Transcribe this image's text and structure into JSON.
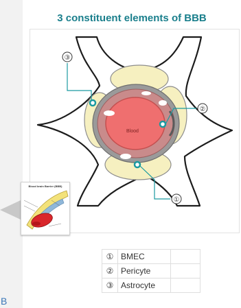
{
  "slide": {
    "title": "3 constituent elements of BBB",
    "corner_text": "B"
  },
  "diagram": {
    "center_label": "Blood",
    "callouts": [
      "①",
      "②",
      "③"
    ],
    "colors": {
      "accent": "#1a9aa0",
      "title": "#1a7f8c",
      "blood": "#ef6f6f",
      "endothelium": "#c98b8b",
      "basement": "#9a9a9a",
      "astrocyte": "#f6f0c0"
    }
  },
  "thumbnail": {
    "title": "Blood brain Barrier (BBB)"
  },
  "legend": {
    "rows": [
      {
        "num": "①",
        "label": "BMEC"
      },
      {
        "num": "②",
        "label": "Pericyte"
      },
      {
        "num": "③",
        "label": "Astrocyte"
      }
    ]
  }
}
